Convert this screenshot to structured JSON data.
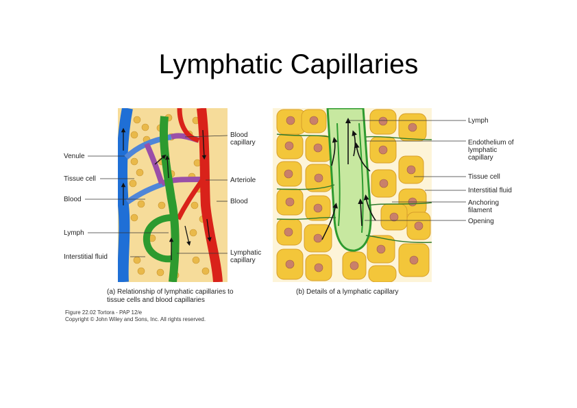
{
  "title": "Lymphatic Capillaries",
  "panel_a": {
    "labels_left": [
      "Venule",
      "Tissue cell",
      "Blood",
      "Lymph",
      "Interstitial fluid"
    ],
    "labels_right": [
      "Blood capillary",
      "Arteriole",
      "Blood",
      "Lymphatic capillary"
    ],
    "caption": "(a) Relationship of lymphatic capillaries to tissue cells and blood capillaries"
  },
  "panel_b": {
    "labels": [
      "Lymph",
      "Endothelium of lymphatic capillary",
      "Tissue cell",
      "Interstitial fluid",
      "Anchoring filament",
      "Opening"
    ],
    "caption": "(b) Details of a lymphatic capillary"
  },
  "credit": {
    "line1": "Figure 22.02  Tortora - PAP 12/e",
    "line2": "Copyright © John Wiley and Sons, Inc. All rights reserved."
  },
  "colors": {
    "vein_blue": "#1f6fd6",
    "artery_red": "#d9221a",
    "lymph_green": "#2d9a2f",
    "cell_yellow": "#f3c63a",
    "nucleus": "#c9806a",
    "lymph_light": "#c7e8a0"
  }
}
